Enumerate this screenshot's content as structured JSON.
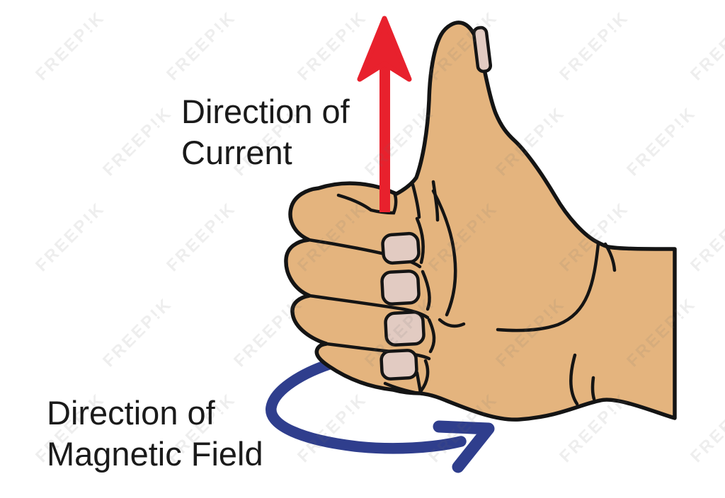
{
  "diagram": {
    "labels": {
      "current": {
        "line1": "Direction of",
        "line2": "Current"
      },
      "magnetic": {
        "line1": "Direction of",
        "line2": "Magnetic Field"
      }
    },
    "colors": {
      "current_arrow": "#E8212D",
      "field_arrow": "#2F3E8D",
      "skin": "#E4B47E",
      "nail": "#E2CBC2",
      "outline": "#141414",
      "text": "#1A1A1A",
      "background": "#FFFFFF"
    },
    "watermark": {
      "text": "FREEP!K"
    }
  }
}
